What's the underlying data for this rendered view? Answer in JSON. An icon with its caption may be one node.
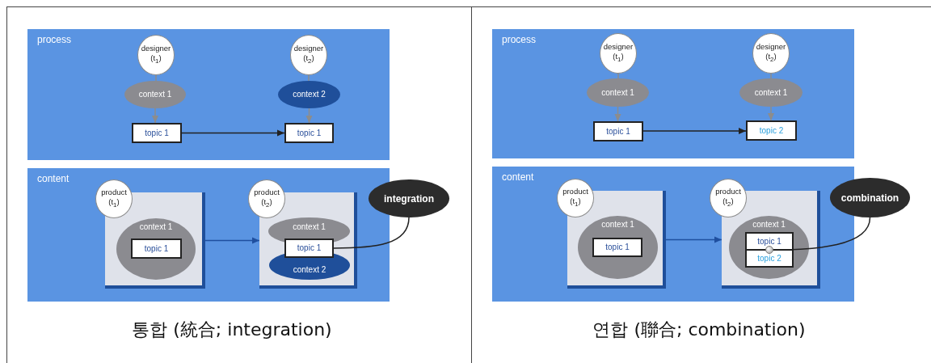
{
  "diagram": {
    "nodes": [
      {
        "text": [
          "process"
        ]
      },
      {
        "text": [
          "designer (t$_{1}$)"
        ],
        "in": 0
      },
      {
        "text": [
          "context 1"
        ],
        "in": 0
      },
      {
        "text": [
          "topic 1"
        ],
        "in": 0
      },
      {
        "text": [
          "designer (t$_{2}$)"
        ],
        "in": 0
      },
      {
        "text": [
          "context 2"
        ],
        "in": 0
      },
      {
        "text": [
          "topic 1"
        ],
        "in": 0
      },
      {
        "text": [
          "content"
        ]
      },
      {
        "text": [
          "product (t$_{1}$)"
        ],
        "in": 7
      },
      {
        "text": [],
        "shape": "box",
        "in": 7
      },
      {
        "text": [
          "context 1"
        ],
        "in": 9
      },
      {
        "text": [
          "topic 1"
        ],
        "in": 10
      },
      {
        "text": [
          "product (t$_{2}$)"
        ],
        "in": 7
      },
      {
        "text": [],
        "shape": "box",
        "in": 7
      },
      {
        "text": [
          "context 1"
        ],
        "in": 13
      },
      {
        "text": [
          "topic 1"
        ],
        "in": 13
      },
      {
        "text": [
          "context 2"
        ],
        "in": 13
      },
      {
        "text": [
          "integration"
        ]
      },
      {
        "text": [
          "process"
        ]
      },
      {
        "text": [
          "designer (t$_{1}$)"
        ],
        "in": 18
      },
      {
        "text": [
          "context 1"
        ],
        "in": 18
      },
      {
        "text": [
          "topic 1"
        ],
        "in": 18
      },
      {
        "text": [
          "designer (t$_{2}$)"
        ],
        "in": 18
      },
      {
        "text": [
          "context 1"
        ],
        "in": 18
      },
      {
        "text": [
          "topic 2"
        ],
        "in": 18
      },
      {
        "text": [
          "content"
        ]
      },
      {
        "text": [
          "product (t$_{1}$)"
        ],
        "in": 25
      },
      {
        "text": [],
        "shape": "box",
        "in": 25
      },
      {
        "text": [
          "context 1"
        ],
        "in": 27
      },
      {
        "text": [
          "topic 1"
        ],
        "in": 28
      },
      {
        "text": [
          "product (t$_{2}$)"
        ],
        "in": 25
      },
      {
        "text": [],
        "shape": "box",
        "in": 25
      },
      {
        "text": [
          "context 1"
        ],
        "in": 31
      },
      {
        "text": [
          "topic 1"
        ],
        "in": 32
      },
      {
        "text": [
          "topic 2"
        ],
        "in": 32
      },
      {
        "text": [],
        "shape": "circle",
        "in": 32
      },
      {
        "text": [
          "combination"
        ]
      }
    ],
    "edges": [
      {
        "from": 1,
        "to": 2,
        "arrow": "none"
      },
      {
        "from": 2,
        "to": 3,
        "arrow": "to"
      },
      {
        "from": 4,
        "to": 5,
        "arrow": "none"
      },
      {
        "from": 5,
        "to": 6,
        "arrow": "to"
      },
      {
        "from": 3,
        "to": 6,
        "arrow": "to",
        "color": "#222222"
      },
      {
        "from": 9,
        "to": 13,
        "arrow": "to",
        "color": "#1f4f9f"
      },
      {
        "from": 17,
        "to": 15,
        "arrow": "none",
        "color": "#222222"
      },
      {
        "from": 19,
        "to": 20,
        "arrow": "none"
      },
      {
        "from": 20,
        "to": 21,
        "arrow": "to"
      },
      {
        "from": 22,
        "to": 23,
        "arrow": "none"
      },
      {
        "from": 23,
        "to": 24,
        "arrow": "to"
      },
      {
        "from": 21,
        "to": 24,
        "arrow": "to",
        "color": "#222222"
      },
      {
        "from": 27,
        "to": 31,
        "arrow": "to",
        "color": "#1f4f9f"
      },
      {
        "from": 36,
        "to": 35,
        "arrow": "none",
        "color": "#222222"
      }
    ],
    "labels": [
      "통합 (統合; integration)",
      "연합 (聯合; combination)"
    ]
  }
}
